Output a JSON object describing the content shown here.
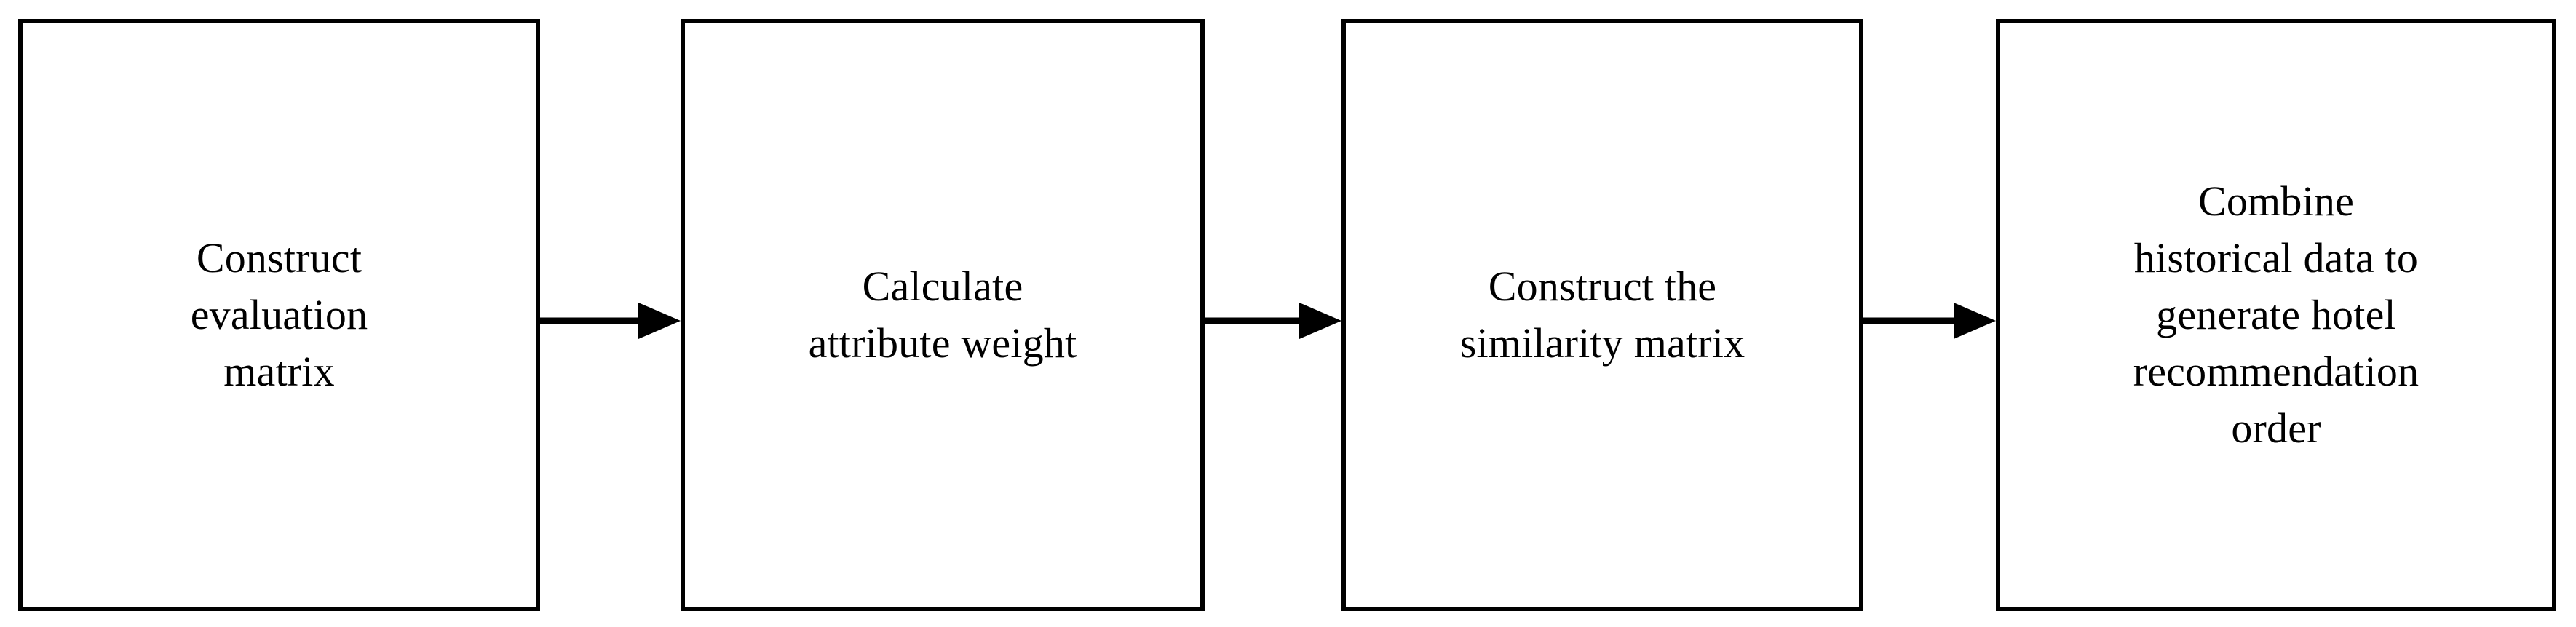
{
  "diagram": {
    "type": "flowchart",
    "orientation": "left-to-right",
    "background_color": "#FFFFFF",
    "stroke_color": "#000000",
    "text_color": "#000000",
    "nodes": [
      {
        "id": "construct-evaluation-matrix",
        "label": "Construct\nevaluation\nmatrix",
        "shape": "rectangle",
        "order": 1
      },
      {
        "id": "calculate-attribute-weight",
        "label": "Calculate\nattribute weight",
        "shape": "rectangle",
        "order": 2
      },
      {
        "id": "construct-similarity-matrix",
        "label": "Construct the\nsimilarity matrix",
        "shape": "rectangle",
        "order": 3
      },
      {
        "id": "generate-hotel-recommendation-order",
        "label": "Combine\nhistorical data to\ngenerate hotel\nrecommendation\norder",
        "shape": "rectangle",
        "order": 4
      }
    ],
    "edges": [
      {
        "id": "edge-1",
        "from": "construct-evaluation-matrix",
        "to": "calculate-attribute-weight",
        "style": "solid-arrow",
        "label": ""
      },
      {
        "id": "edge-2",
        "from": "calculate-attribute-weight",
        "to": "construct-similarity-matrix",
        "style": "solid-arrow",
        "label": ""
      },
      {
        "id": "edge-3",
        "from": "construct-similarity-matrix",
        "to": "generate-hotel-recommendation-order",
        "style": "solid-arrow",
        "label": ""
      }
    ]
  }
}
